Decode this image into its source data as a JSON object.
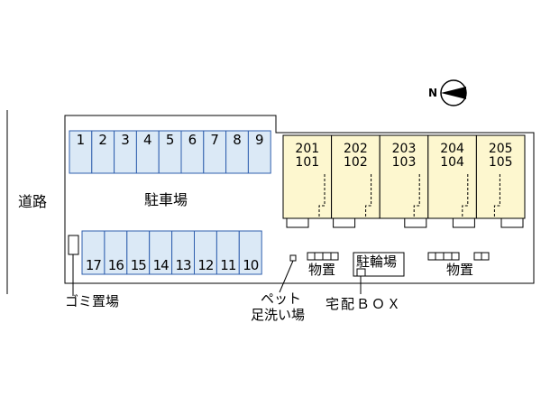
{
  "road_label": "道路",
  "parking_label": "駐車場",
  "parking_top": [
    "1",
    "2",
    "3",
    "4",
    "5",
    "6",
    "7",
    "8",
    "9"
  ],
  "parking_bottom": [
    "17",
    "16",
    "15",
    "14",
    "13",
    "12",
    "11",
    "10"
  ],
  "units": [
    {
      "upper": "201",
      "lower": "101"
    },
    {
      "upper": "202",
      "lower": "102"
    },
    {
      "upper": "203",
      "lower": "103"
    },
    {
      "upper": "204",
      "lower": "104"
    },
    {
      "upper": "205",
      "lower": "105"
    }
  ],
  "storage_label_1": "物置",
  "storage_label_2": "物置",
  "bicycle_label": "駐輪場",
  "garbage_label": "ゴミ置場",
  "pet_label_line1": "ペット",
  "pet_label_line2": "足洗い場",
  "delivery_box_label": "宅配ＢＯＸ",
  "compass_label": "N",
  "colors": {
    "parking_fill": "#dbe9f6",
    "parking_stroke": "#2f5fae",
    "unit_fill": "#fdf7cf",
    "line": "#000000"
  }
}
